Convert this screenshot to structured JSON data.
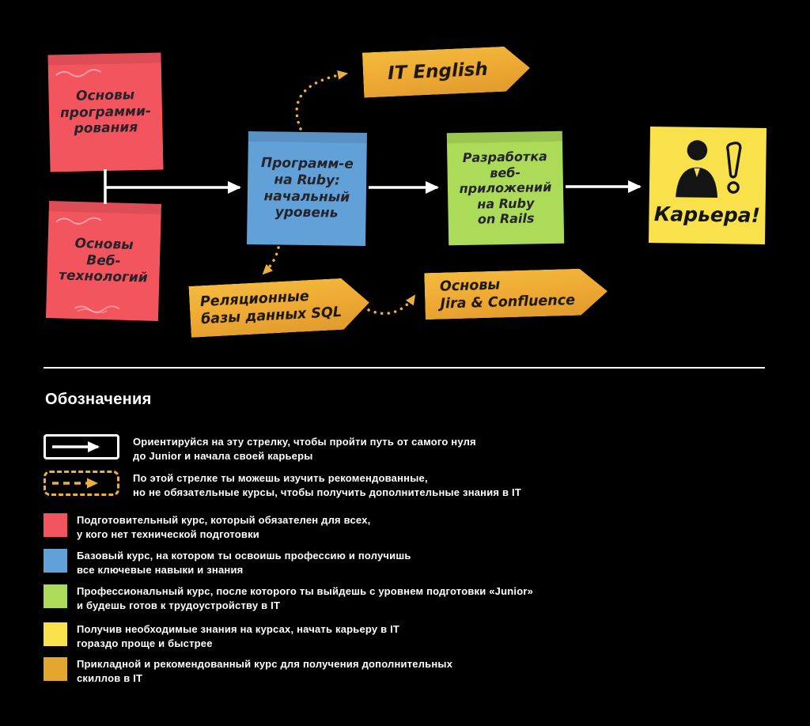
{
  "colors": {
    "background": "#000000",
    "note_red": "#F2555E",
    "note_blue": "#62A0D8",
    "note_green": "#ABDB59",
    "note_yellow": "#F8E14B",
    "banner_gold": "#EDA833",
    "swatch_gold": "#E2A52E",
    "solid_arrow": "#FFFFFF",
    "dashed_arrow": "#ECAF41"
  },
  "flow": {
    "note_prog_basics": "Основы\nпрограмми-\nрования",
    "note_web_basics": "Основы\nВеб-\nтехнологий",
    "note_ruby": "Программ-е\nна Ruby:\nначальный\nуровень",
    "note_rails": "Разработка\nвеб-\nприложений\nна Ruby\non Rails",
    "note_career": "Карьера!",
    "banner_english": "IT English",
    "banner_sql": "Реляционные\nбазы данных SQL",
    "banner_jira": "Основы\nJira & Confluence"
  },
  "legend": {
    "title": "Обозначения",
    "solid_arrow_text": "Ориентируйся на эту стрелку, чтобы пройти путь от самого нуля\nдо Junior и начала своей карьеры",
    "dashed_arrow_text": "По этой стрелке ты можешь изучить рекомендованные,\nно не обязательные курсы, чтобы получить дополнительные знания в IT",
    "items": [
      {
        "color": "#F2555E",
        "text": "Подготовительный курс, который обязателен для всех,\nу кого нет технической подготовки"
      },
      {
        "color": "#62A0D8",
        "text": "Базовый курс, на котором ты освоишь профессию и получишь\nвсе ключевые навыки и знания"
      },
      {
        "color": "#ABDB59",
        "text": "Профессиональный курс, после которого ты выйдешь с уровнем подготовки «Junior»\nи будешь готов к трудоустройству в IT"
      },
      {
        "color": "#F8E14B",
        "text": "Получив необходимые знания на курсах, начать карьеру в IT\nгораздо проще и быстрее"
      },
      {
        "color": "#E2A52E",
        "text": "Прикладной и рекомендованный курс для получения дополнительных\nскиллов в IT"
      }
    ]
  }
}
